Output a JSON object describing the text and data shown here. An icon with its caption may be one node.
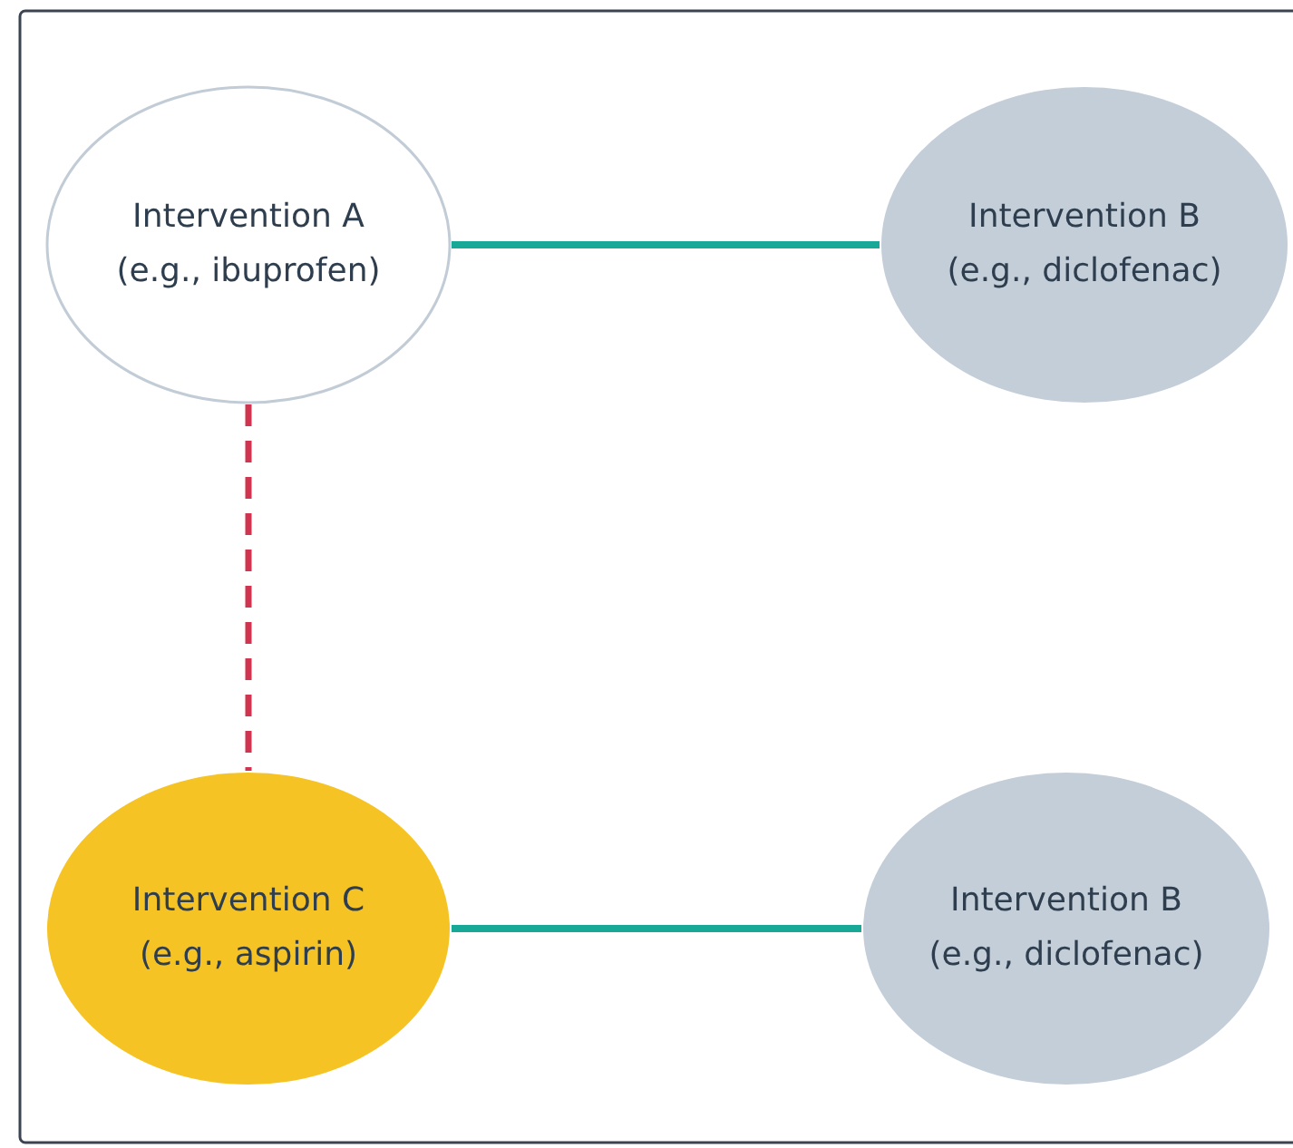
{
  "diagram": {
    "nodes": [
      {
        "text": [
          "Intervention A",
          "(e.g., ibuprofen)"
        ]
      },
      {
        "text": [
          "Intervention B",
          "(e.g., diclofenac)"
        ]
      },
      {
        "text": [
          "Intervention C",
          "(e.g., aspirin)"
        ]
      },
      {
        "text": [
          "Intervention B",
          "(e.g., diclofenac)"
        ]
      }
    ],
    "edges": [
      {
        "from": 0,
        "to": 1,
        "arrow": "none"
      },
      {
        "from": 0,
        "to": 2,
        "arrow": "none",
        "style": "dashed",
        "color": "#d1344e"
      },
      {
        "from": 2,
        "to": 3,
        "arrow": "none"
      }
    ]
  }
}
